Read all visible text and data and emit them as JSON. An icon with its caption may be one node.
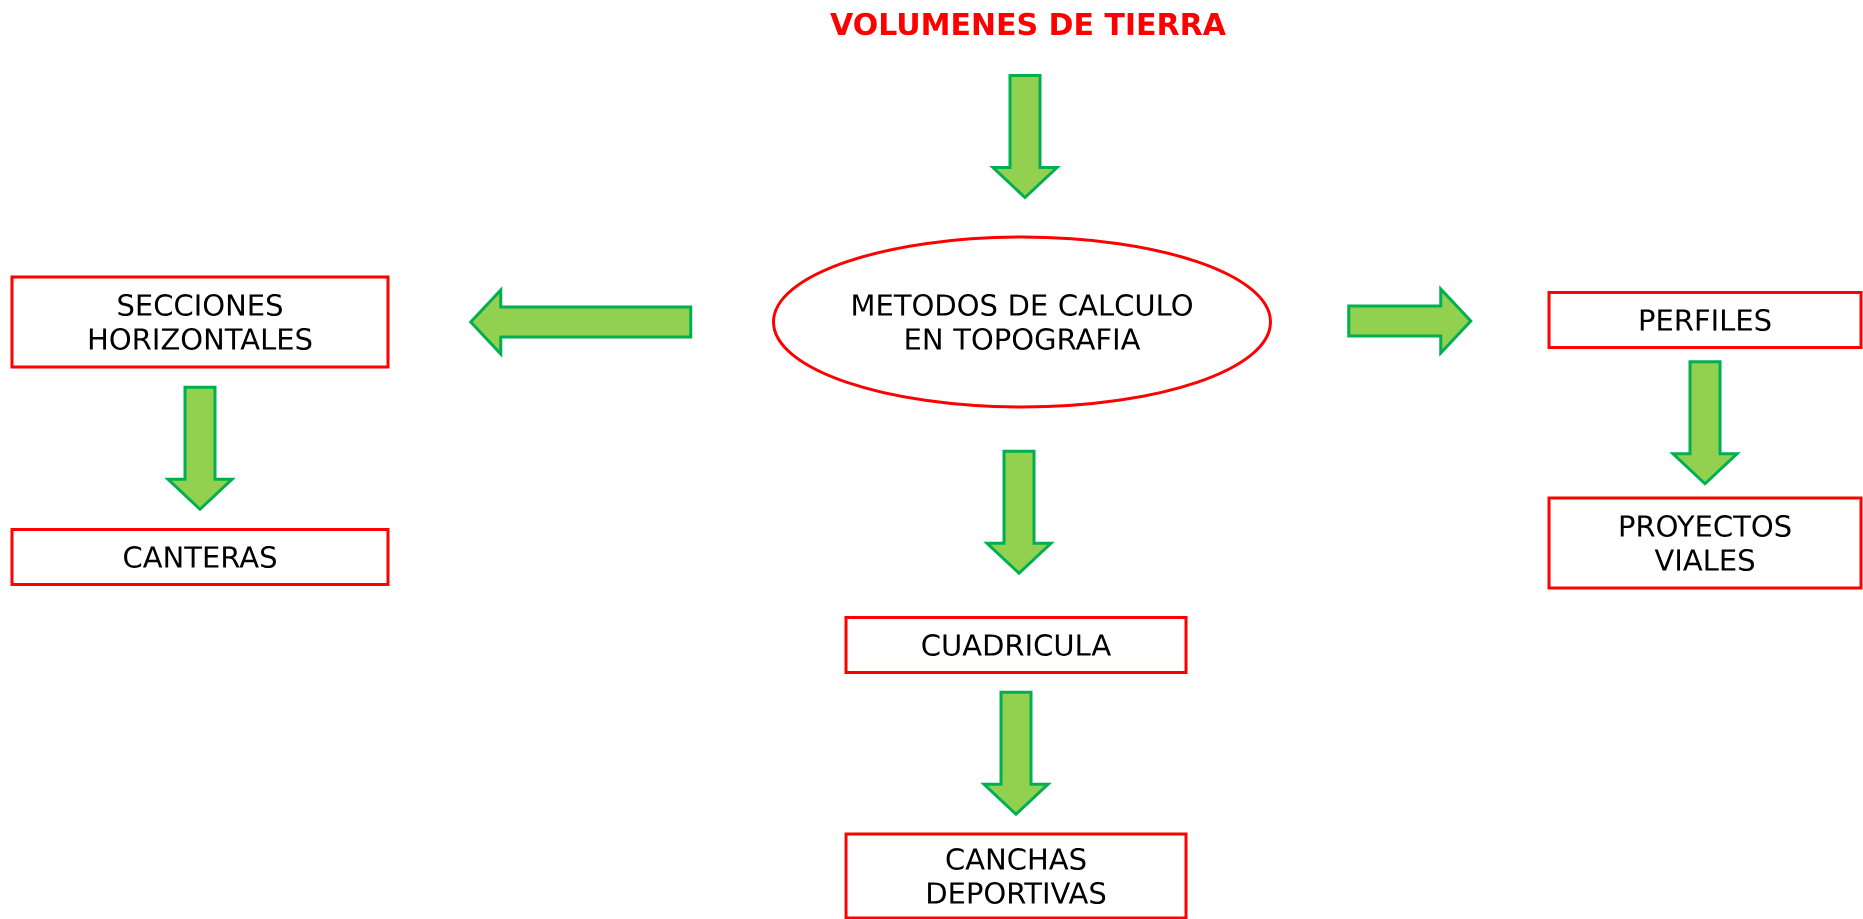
{
  "diagram": {
    "nodes": [
      {
        "text": [
          "VOLUMENES DE TIERRA"
        ]
      },
      {
        "text": [
          "METODOS DE CALCULO EN TOPOGRAFIA"
        ]
      },
      {
        "text": [
          "SECCIONES HORIZONTALES"
        ]
      },
      {
        "text": [
          "CANTERAS"
        ]
      },
      {
        "text": [
          "PERFILES"
        ]
      },
      {
        "text": [
          "PROYECTOS VIALES"
        ]
      },
      {
        "text": [
          "CUADRICULA"
        ]
      },
      {
        "text": [
          "CANCHAS DEPORTIVAS"
        ]
      }
    ],
    "edges": [
      {
        "from": 0,
        "to": 1,
        "arrow": "to"
      },
      {
        "from": 1,
        "to": 2,
        "arrow": "to"
      },
      {
        "from": 2,
        "to": 3,
        "arrow": "to"
      },
      {
        "from": 1,
        "to": 4,
        "arrow": "to"
      },
      {
        "from": 4,
        "to": 5,
        "arrow": "to"
      },
      {
        "from": 1,
        "to": 6,
        "arrow": "to"
      },
      {
        "from": 6,
        "to": 7,
        "arrow": "to"
      }
    ]
  }
}
